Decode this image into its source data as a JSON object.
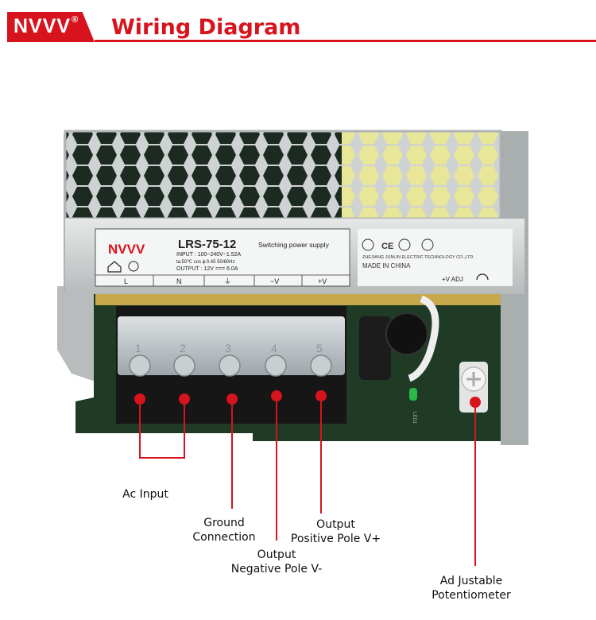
{
  "header": {
    "brand": "NVVV",
    "brand_reg": "®",
    "title": "Wiring Diagram"
  },
  "device": {
    "brand": "NVVV",
    "model": "LRS-75-12",
    "type": "Switching power supply",
    "input": "INPUT      : 100~240V~1.52A",
    "ambient": "ta:50℃ cos ϕ:0.45  50/60Hz",
    "output": "OUTPUT     : 12V === 6.0A",
    "manufacturer": "ZHEJIANG JUNLIN ELECTRIC TECHNOLOGY CO.,LTD.",
    "made_in": "MADE IN CHINA",
    "terminals": [
      "L",
      "N",
      "⏚",
      "−V",
      "+V"
    ],
    "terminal_numbers": [
      "1",
      "2",
      "3",
      "4",
      "5"
    ],
    "adj_label": "+V ADJ",
    "led_label": "LED1"
  },
  "callouts": {
    "ac_input": "Ac Input",
    "ground_1": "Ground",
    "ground_2": "Connection",
    "neg_1": "Output",
    "neg_2": "Negative Pole V-",
    "pos_1": "Output",
    "pos_2": "Positive Pole V+",
    "pot_1": "Ad Justable",
    "pot_2": "Potentiometer"
  },
  "colors": {
    "accent": "#d7141d",
    "pcb": "#1f3a25",
    "metal": "#c9cccc"
  }
}
